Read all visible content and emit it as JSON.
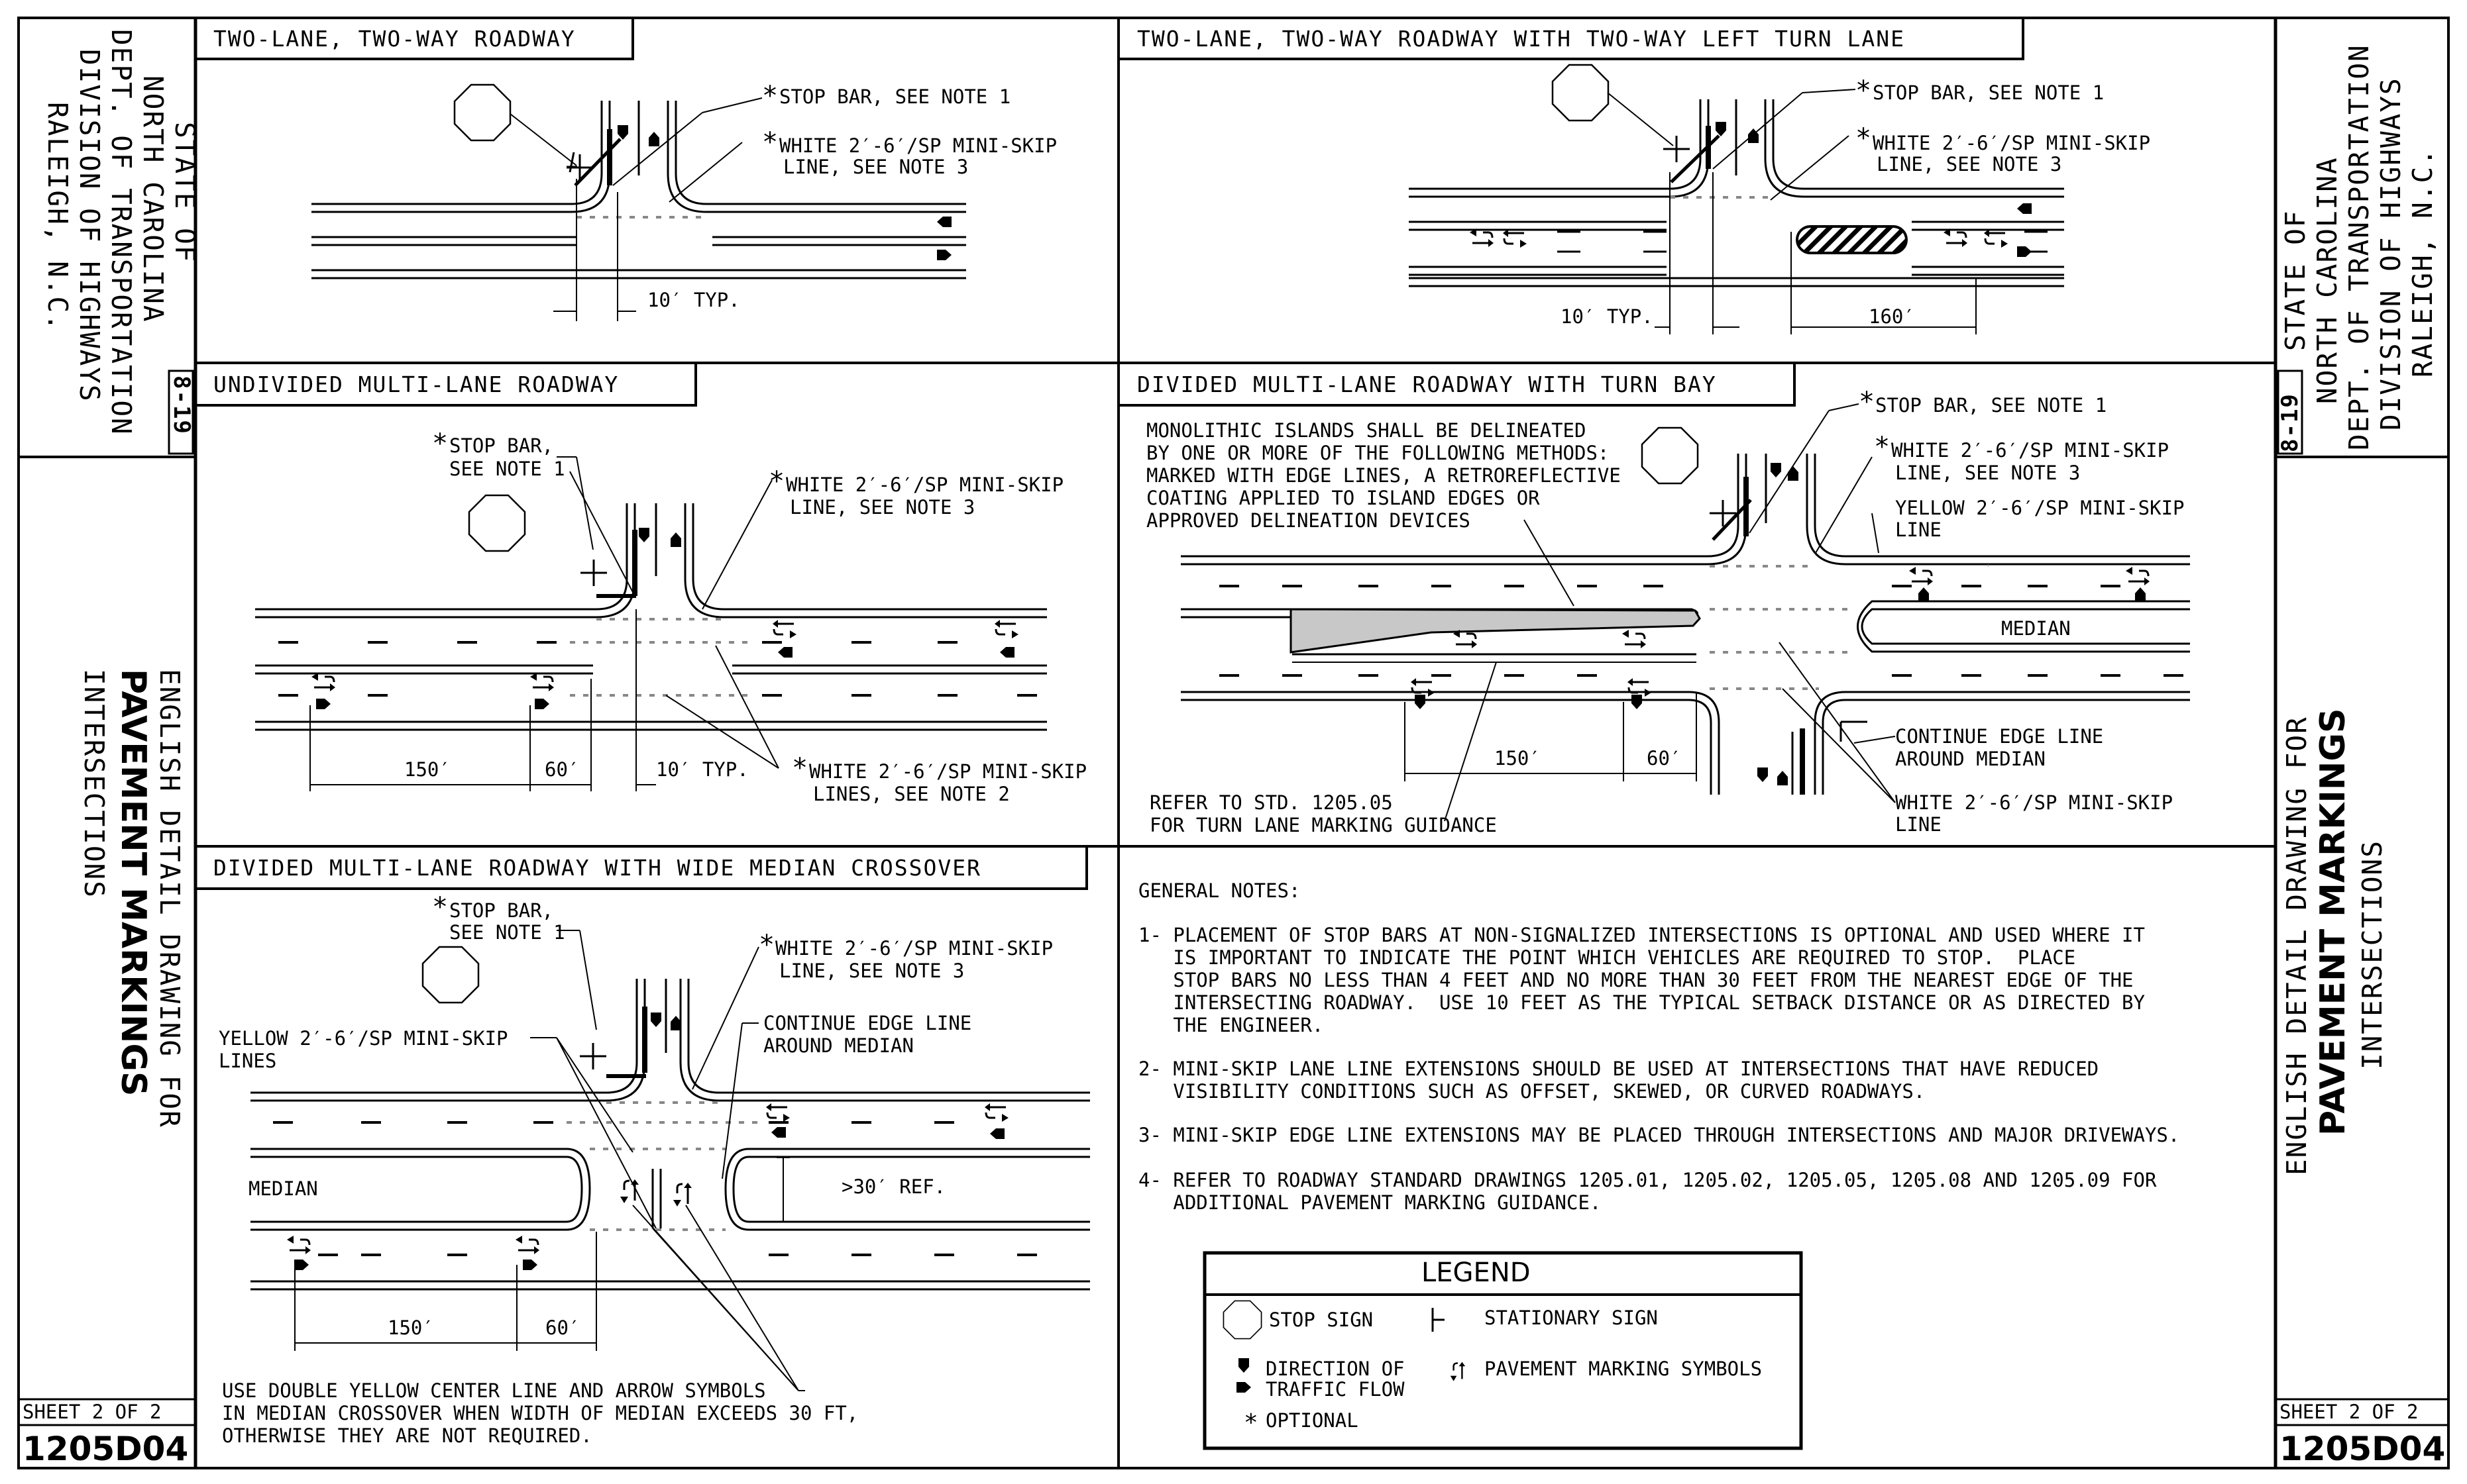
{
  "title_block": {
    "state_lines": [
      "STATE OF",
      "NORTH CAROLINA",
      "DEPT. OF TRANSPORTATION",
      "DIVISION OF HIGHWAYS",
      "RALEIGH, N.C."
    ],
    "date": "8-19",
    "drawing_title_line1": "ENGLISH DETAIL DRAWING FOR",
    "drawing_title_line2": "PAVEMENT MARKINGS",
    "drawing_title_line3": "INTERSECTIONS",
    "sheet": "SHEET 2 OF 2",
    "drawing_number": "1205D04"
  },
  "panels": {
    "p1": {
      "title": "TWO-LANE, TWO-WAY ROADWAY",
      "stop_bar": "STOP BAR, SEE NOTE 1",
      "white_line_1": "WHITE 2′-6′/SP MINI-SKIP",
      "white_line_2": "LINE, SEE NOTE 3",
      "dim": "10′ TYP."
    },
    "p2": {
      "title": "TWO-LANE, TWO-WAY ROADWAY WITH TWO-WAY LEFT TURN LANE",
      "stop_bar": "STOP BAR, SEE NOTE 1",
      "white_line_1": "WHITE 2′-6′/SP MINI-SKIP",
      "white_line_2": "LINE, SEE NOTE 3",
      "dim_typ": "10′ TYP.",
      "dim_160": "160′"
    },
    "p3": {
      "title": "UNDIVIDED MULTI-LANE ROADWAY",
      "stop_bar_1": "STOP BAR,",
      "stop_bar_2": "SEE NOTE 1",
      "white_line_1": "WHITE 2′-6′/SP MINI-SKIP",
      "white_line_2": "LINE, SEE NOTE 3",
      "white_lines_1": "WHITE 2′-6′/SP MINI-SKIP",
      "white_lines_2": "LINES, SEE NOTE 2",
      "dim_150": "150′",
      "dim_60": "60′",
      "dim_typ": "10′ TYP."
    },
    "p4": {
      "title": "DIVIDED MULTI-LANE ROADWAY WITH TURN BAY",
      "islands_1": "MONOLITHIC ISLANDS SHALL BE DELINEATED",
      "islands_2": "BY ONE OR MORE OF THE FOLLOWING METHODS:",
      "islands_3": "MARKED WITH EDGE LINES, A RETROREFLECTIVE",
      "islands_4": "COATING APPLIED TO ISLAND EDGES OR",
      "islands_5": "APPROVED DELINEATION DEVICES",
      "stop_bar": "STOP BAR, SEE NOTE 1",
      "white_line_1": "WHITE 2′-6′/SP MINI-SKIP",
      "white_line_2": "LINE, SEE NOTE 3",
      "yellow_1": "YELLOW 2′-6′/SP MINI-SKIP",
      "yellow_2": "LINE",
      "median": "MEDIAN",
      "continue_1": "CONTINUE EDGE LINE",
      "continue_2": "AROUND MEDIAN",
      "white_bottom_1": "WHITE 2′-6′/SP MINI-SKIP",
      "white_bottom_2": "LINE",
      "refer_1": "REFER TO STD. 1205.05",
      "refer_2": "FOR TURN LANE MARKING GUIDANCE",
      "dim_150": "150′",
      "dim_60": "60′"
    },
    "p5": {
      "title": "DIVIDED MULTI-LANE ROADWAY WITH WIDE MEDIAN CROSSOVER",
      "stop_bar_1": "STOP BAR,",
      "stop_bar_2": "SEE NOTE 1",
      "white_line_1": "WHITE 2′-6′/SP MINI-SKIP",
      "white_line_2": "LINE, SEE NOTE 3",
      "yellow_1": "YELLOW 2′-6′/SP MINI-SKIP",
      "yellow_2": "LINES",
      "continue_1": "CONTINUE EDGE LINE",
      "continue_2": "AROUND MEDIAN",
      "median": "MEDIAN",
      "ref": ">30′ REF.",
      "dim_150": "150′",
      "dim_60": "60′",
      "bottom_1": "USE DOUBLE YELLOW CENTER LINE AND ARROW SYMBOLS",
      "bottom_2": "IN MEDIAN CROSSOVER WHEN WIDTH OF MEDIAN EXCEEDS 30 FT,",
      "bottom_3": "OTHERWISE THEY ARE NOT REQUIRED."
    }
  },
  "notes": {
    "heading": "GENERAL NOTES:",
    "lines": [
      "1- PLACEMENT OF STOP BARS AT NON-SIGNALIZED INTERSECTIONS IS OPTIONAL AND USED WHERE IT",
      "   IS IMPORTANT TO INDICATE THE POINT WHICH VEHICLES ARE REQUIRED TO STOP.  PLACE",
      "   STOP BARS NO LESS THAN 4 FEET AND NO MORE THAN 30 FEET FROM THE NEAREST EDGE OF THE",
      "   INTERSECTING ROADWAY.  USE 10 FEET AS THE TYPICAL SETBACK DISTANCE OR AS DIRECTED BY",
      "   THE ENGINEER.",
      "2- MINI-SKIP LANE LINE EXTENSIONS SHOULD BE USED AT INTERSECTIONS THAT HAVE REDUCED",
      "   VISIBILITY CONDITIONS SUCH AS OFFSET, SKEWED, OR CURVED ROADWAYS.",
      "3- MINI-SKIP EDGE LINE EXTENSIONS MAY BE PLACED THROUGH INTERSECTIONS AND MAJOR DRIVEWAYS.",
      "4- REFER TO ROADWAY STANDARD DRAWINGS 1205.01, 1205.02, 1205.05, 1205.08 AND 1205.09 FOR",
      "   ADDITIONAL PAVEMENT MARKING GUIDANCE."
    ]
  },
  "legend": {
    "title": "LEGEND",
    "stop_sign": "STOP SIGN",
    "stationary_sign": "STATIONARY SIGN",
    "direction_1": "DIRECTION OF",
    "direction_2": "TRAFFIC FLOW",
    "symbols": "PAVEMENT MARKING SYMBOLS",
    "optional": "OPTIONAL",
    "asterisk": "*"
  }
}
